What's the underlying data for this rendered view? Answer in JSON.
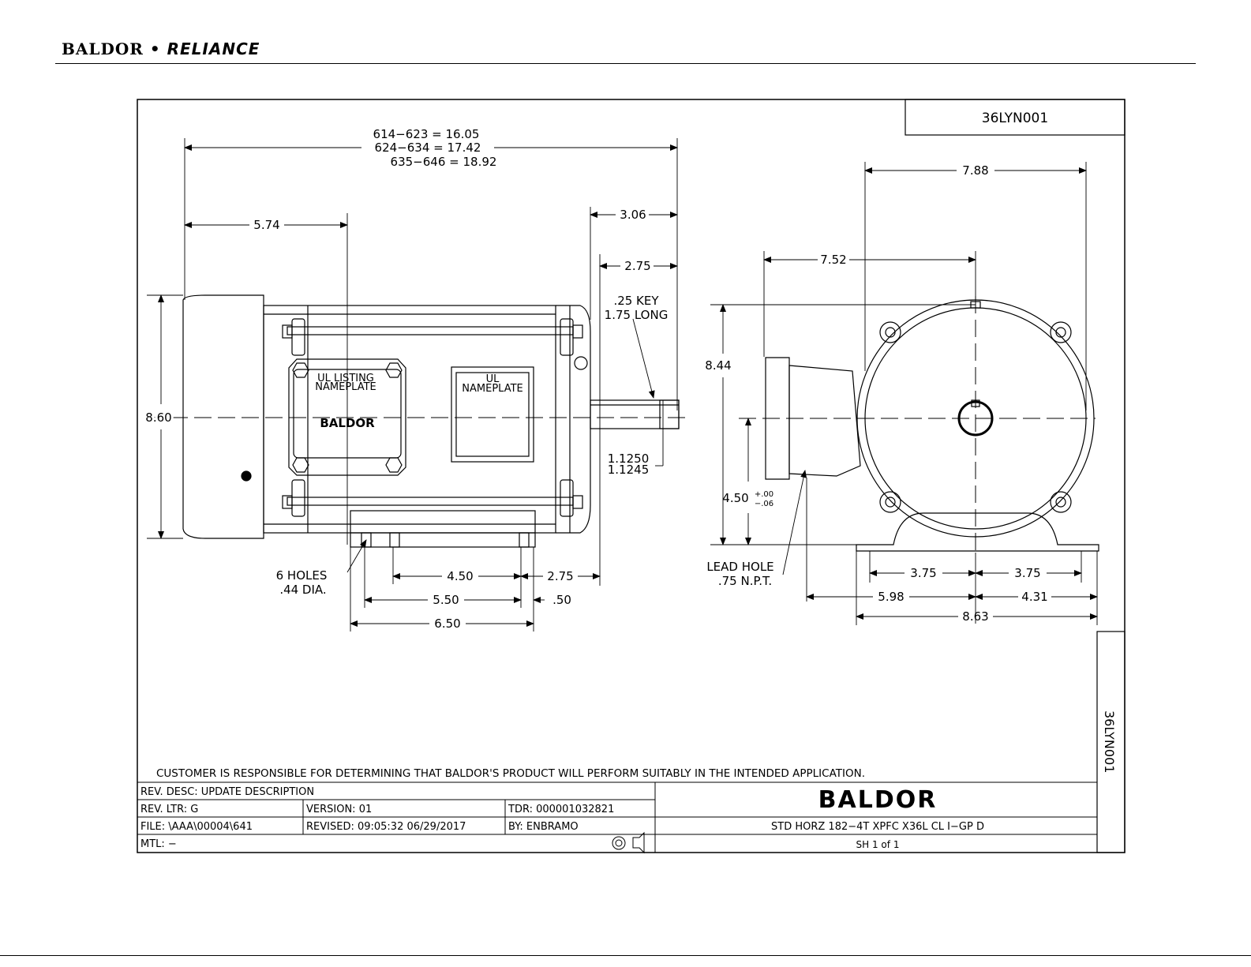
{
  "header": {
    "brand_left": "BALDOR",
    "brand_dot": "•",
    "brand_right": "RELIANCE"
  },
  "drawing": {
    "number_top": "36LYN001",
    "number_side": "36LYN001",
    "side_view": {
      "overall_lengths": [
        "614−623 = 16.05",
        "624−634 = 17.42",
        "635−646 = 18.92"
      ],
      "dim_5_74": "5.74",
      "dim_3_06": "3.06",
      "dim_2_75_top": "2.75",
      "key_line1": ".25 KEY",
      "key_line2": "1.75 LONG",
      "dim_8_60": "8.60",
      "shaft_dia1": "1.1250",
      "shaft_dia2": "1.1245",
      "holes_line1": "6 HOLES",
      "holes_line2": ".44 DIA.",
      "dim_4_50": "4.50",
      "dim_2_75_bottom": "2.75",
      "dim_5_50": "5.50",
      "dim_0_50": ".50",
      "dim_6_50": "6.50",
      "ul_listing_line1": "UL LISTING",
      "ul_listing_line2": "NAMEPLATE",
      "ul_line1": "UL",
      "ul_line2": "NAMEPLATE",
      "plate_brand": "BALDOR"
    },
    "end_view": {
      "dim_7_88": "7.88",
      "dim_7_52": "7.52",
      "dim_8_44": "8.44",
      "dim_4_50": "4.50",
      "tol_plus": "+.00",
      "tol_minus": "−.06",
      "lead_line1": "LEAD HOLE",
      "lead_line2": ".75 N.P.T.",
      "dim_3_75_left": "3.75",
      "dim_3_75_right": "3.75",
      "dim_5_98": "5.98",
      "dim_4_31": "4.31",
      "dim_8_63": "8.63"
    },
    "disclaimer": "CUSTOMER IS RESPONSIBLE FOR DETERMINING THAT BALDOR'S PRODUCT WILL PERFORM SUITABLY IN THE INTENDED APPLICATION."
  },
  "title_block": {
    "rev_desc": "REV. DESC:  UPDATE DESCRIPTION",
    "rev_ltr": "REV. LTR:  G",
    "version": "VERSION: 01",
    "tdr": "TDR: 000001032821",
    "file": "FILE: \\AAA\\00004\\641",
    "revised": "REVISED: 09:05:32 06/29/2017",
    "by": "BY: ENBRAMO",
    "mtl": "MTL: −",
    "company": "BALDOR",
    "description": "STD HORZ 182−4T XPFC X36L CL I−GP D",
    "sheet": "SH 1 of 1"
  }
}
